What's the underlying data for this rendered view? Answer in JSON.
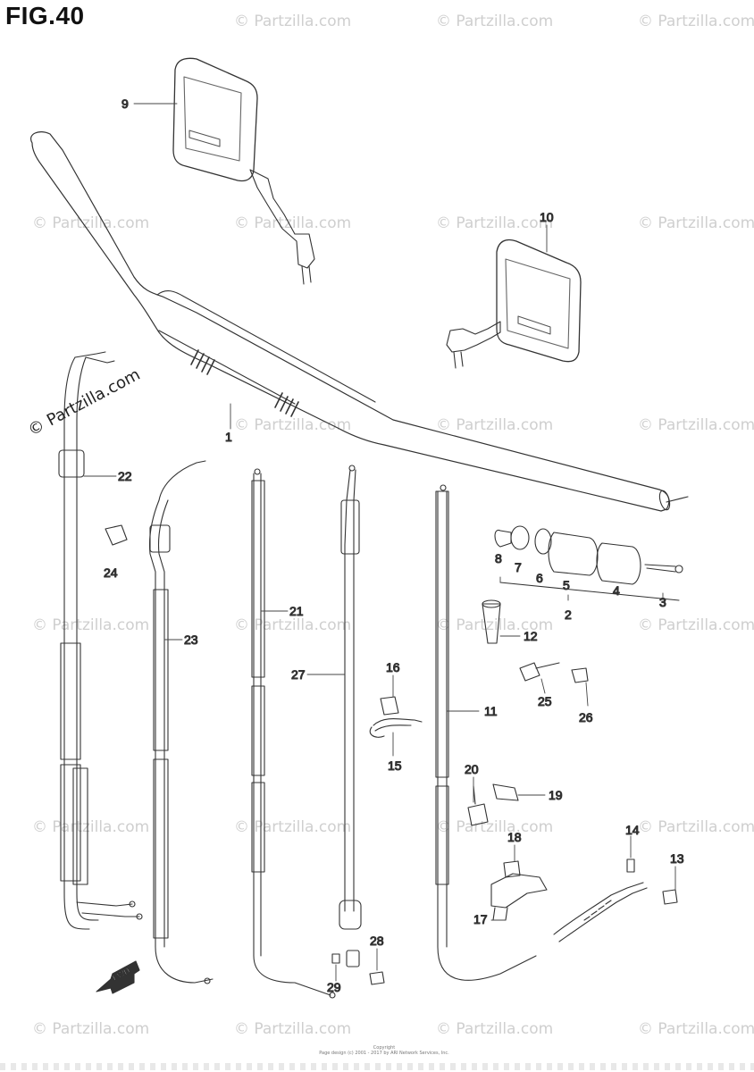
{
  "figure": {
    "title": "FIG.40"
  },
  "watermark_text": "© Partzilla.com",
  "side_mark": "© Partzilla.com",
  "arrow_label": "FWD",
  "copyright_lines": [
    "Copyright",
    "Page design (c) 2001 - 2017 by ARI Network Services, Inc."
  ],
  "callouts": [
    {
      "id": "p9",
      "label": "9"
    },
    {
      "id": "p10",
      "label": "10"
    },
    {
      "id": "p1",
      "label": "1"
    },
    {
      "id": "p22",
      "label": "22"
    },
    {
      "id": "p24",
      "label": "24"
    },
    {
      "id": "p23",
      "label": "23"
    },
    {
      "id": "p21",
      "label": "21"
    },
    {
      "id": "p27",
      "label": "27"
    },
    {
      "id": "p16",
      "label": "16"
    },
    {
      "id": "p15",
      "label": "15"
    },
    {
      "id": "p11",
      "label": "11"
    },
    {
      "id": "p8",
      "label": "8"
    },
    {
      "id": "p7",
      "label": "7"
    },
    {
      "id": "p6",
      "label": "6"
    },
    {
      "id": "p5",
      "label": "5"
    },
    {
      "id": "p4",
      "label": "4"
    },
    {
      "id": "p3",
      "label": "3"
    },
    {
      "id": "p2",
      "label": "2"
    },
    {
      "id": "p12",
      "label": "12"
    },
    {
      "id": "p25",
      "label": "25"
    },
    {
      "id": "p26",
      "label": "26"
    },
    {
      "id": "p20",
      "label": "20"
    },
    {
      "id": "p19",
      "label": "19"
    },
    {
      "id": "p18",
      "label": "18"
    },
    {
      "id": "p14",
      "label": "14"
    },
    {
      "id": "p13",
      "label": "13"
    },
    {
      "id": "p17",
      "label": "17"
    },
    {
      "id": "p28",
      "label": "28"
    },
    {
      "id": "p29",
      "label": "29"
    }
  ]
}
